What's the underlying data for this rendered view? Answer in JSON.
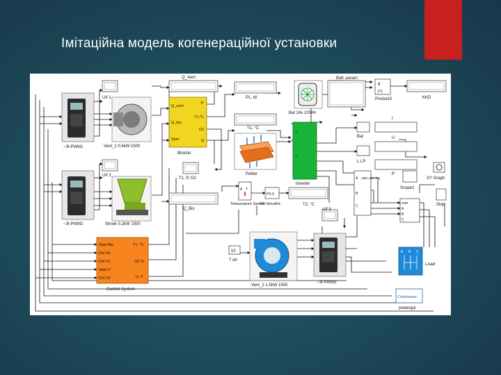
{
  "slide": {
    "title": "Імітаційна модель когенераційної установки"
  },
  "colors": {
    "background": "#1f4d5b",
    "accent": "#c81f1f",
    "block_orange": "#f7841d",
    "block_yellow": "#f2d51f",
    "block_green": "#19b33a",
    "block_blue": "#1f8bd8"
  },
  "model": {
    "blocks": {
      "pwm1": "~3f-PWM1",
      "pwm2": "~3f-PWM2",
      "pwm3": "~3f-PWM3",
      "vent1": "Vent_1  0.5kW 1500",
      "shnek": "Shnek 0.2kW 1500",
      "vent2": "Vent_2  1.5kW 1500",
      "uf1": "U/f 1",
      "uf2": "U/f 2",
      "uf3": "U/f 3",
      "bioictel": "Bioictel",
      "bioictel_in_qvent": "Q_vent",
      "bioictel_in_qbio": "Q_bio",
      "bioictel_in_start": "Start",
      "bioictel_out_p": "P",
      "bioictel_out_t1": "T1,°C",
      "bioictel_out_o2": "O2",
      "bioictel_out_q": "Q",
      "q_vent": "Q_Vent",
      "q_bio": "Q_Bio",
      "p1w": "P1, W",
      "t1c": "T1, °C",
      "t1po2": "T1, P, O2",
      "peltier": "Peltier",
      "battery": "Bat 24v 100Ah",
      "batt_param": "Batt. param",
      "inverter": "Inverter",
      "product3": "Product3",
      "kkd": "KKD",
      "bat": "Bat",
      "i_label": "I",
      "u_label": "U",
      "lip": "L.I.P",
      "p_label": "P",
      "xy_graph": "XY Graph",
      "scope2": "Scope2",
      "stop": "Stop",
      "temp_sensor": "Temperature Sensor",
      "ps_simulink": "PS-Simulink",
      "t2c": "T2, °C",
      "t_air_val": "10",
      "t_air": "T Air",
      "meas": "Vabc Iabc PQ",
      "load": "Load",
      "continuous": "Continuous",
      "powergui": "powergui",
      "control_system": "Control System",
      "cs_in": [
        "Start Bio",
        "Ctrl Sh",
        "Ctrl V1",
        "Start V",
        "Ctrl V2"
      ],
      "cs_out": [
        "T1, °C",
        "O2 %",
        "U, V"
      ],
      "prod_in": [
        "θ",
        "|×|"
      ],
      "meas_ports": [
        "A",
        "B",
        "C"
      ],
      "sw_ports": [
        "com",
        "A",
        "B",
        "C"
      ],
      "load_ports": [
        "A",
        "B",
        "C"
      ]
    }
  }
}
